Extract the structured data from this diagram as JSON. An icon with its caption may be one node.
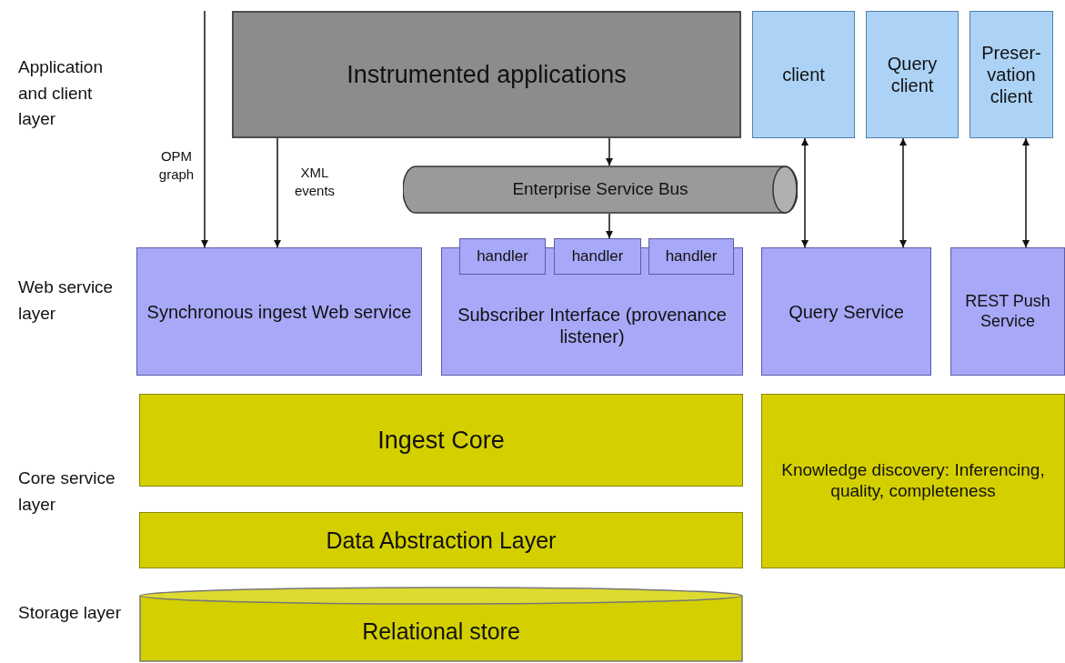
{
  "diagram": {
    "nodes": [
      {
        "text": [
          "Instrumented applications"
        ]
      },
      {
        "text": [
          "client"
        ]
      },
      {
        "text": [
          "Query client"
        ]
      },
      {
        "text": [
          "Preser- vation client"
        ]
      },
      {
        "text": [
          "Enterprise Service Bus"
        ]
      },
      {
        "text": [
          "Synchronous ingest Web service"
        ]
      },
      {
        "text": [
          "Subscriber Interface (provenance listener)"
        ]
      },
      {
        "text": [
          "handler"
        ]
      },
      {
        "text": [
          "handler"
        ]
      },
      {
        "text": [
          "handler"
        ]
      },
      {
        "text": [
          "Query Service"
        ]
      },
      {
        "text": [
          "REST Push Service"
        ]
      },
      {
        "text": [
          "Ingest Core"
        ]
      },
      {
        "text": [
          "Data Abstraction Layer"
        ]
      },
      {
        "text": [
          "Knowledge discovery: Inferencing, quality, completeness"
        ]
      },
      {
        "text": [
          "Relational store"
        ]
      }
    ],
    "edges": [
      {
        "from": null,
        "to": 5,
        "arrow": "to",
        "label": "OPM graph"
      },
      {
        "from": 0,
        "to": 5,
        "arrow": "to",
        "label": "XML events"
      },
      {
        "from": 0,
        "to": 4,
        "arrow": "to"
      },
      {
        "from": 4,
        "to": 8,
        "arrow": "to"
      },
      {
        "from": 1,
        "to": 10,
        "arrow": "both"
      },
      {
        "from": 2,
        "to": 10,
        "arrow": "both"
      },
      {
        "from": 3,
        "to": 11,
        "arrow": "both"
      }
    ],
    "labels": [
      "Application and client layer",
      "Web service layer",
      "Core service layer",
      "Storage layer"
    ]
  }
}
